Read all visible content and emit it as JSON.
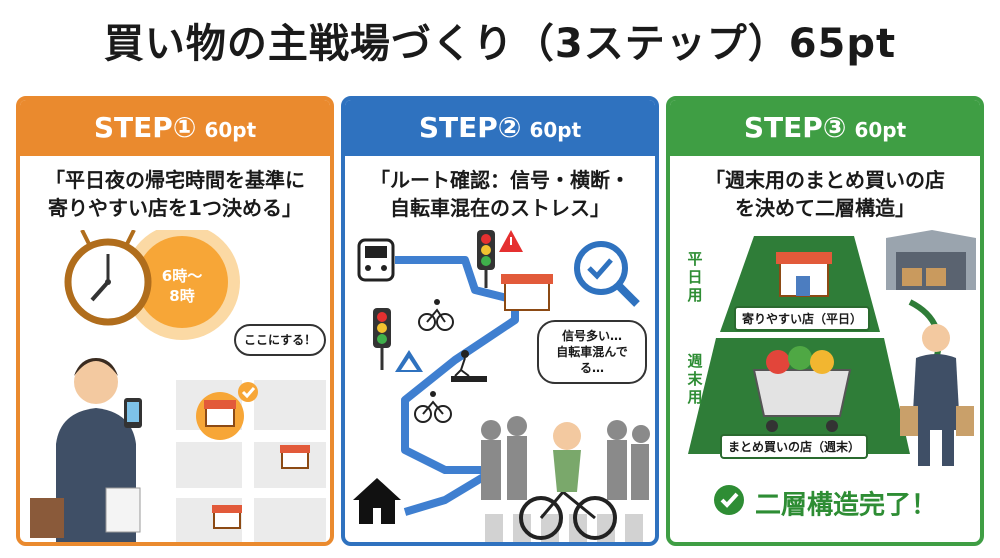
{
  "header": {
    "title": "買い物の主戦場づくり（3ステップ）65pt"
  },
  "steps": [
    {
      "label": "STEP①",
      "pt": "60pt",
      "desc_lines": [
        "「平日夜の帰宅時間を基準に",
        "寄りやすい店を1つ決める」"
      ],
      "time_label": [
        "6時〜",
        "8時"
      ],
      "bubble": "ここにする！",
      "colors": {
        "accent": "#ea8a2e"
      }
    },
    {
      "label": "STEP②",
      "pt": "60pt",
      "desc_lines": [
        "「ルート確認：信号・横断・",
        "自転車混在のストレス」"
      ],
      "thought": [
        "信号多い…",
        "自転車混んでる…"
      ],
      "colors": {
        "accent": "#2f72bf"
      }
    },
    {
      "label": "STEP③",
      "pt": "60pt",
      "desc_lines": [
        "「週末用のまとめ買いの店",
        "を決めて二層構造」"
      ],
      "weekday_vertical": [
        "平",
        "日",
        "用"
      ],
      "weekend_vertical": [
        "週",
        "末",
        "用"
      ],
      "weekday_store": "寄りやすい店（平日）",
      "weekend_store": "まとめ買いの店（週末）",
      "done": "二層構造完了！",
      "colors": {
        "accent": "#3f9e44"
      }
    }
  ]
}
